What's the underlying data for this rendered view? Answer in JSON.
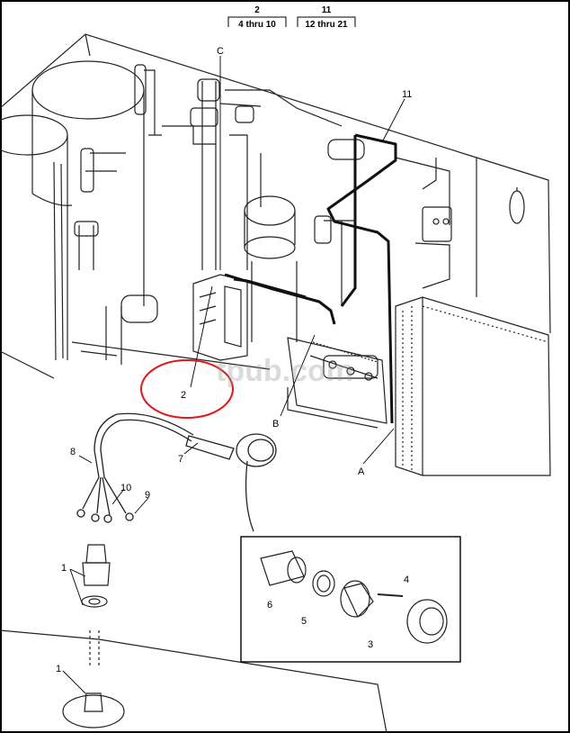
{
  "header_refs": [
    {
      "number": "2",
      "range": "4 thru 10"
    },
    {
      "number": "11",
      "range": "12 thru 21"
    }
  ],
  "callouts": {
    "c": "C",
    "b": "B",
    "a": "A",
    "n11": "11",
    "n2": "2",
    "n7": "7",
    "n8": "8",
    "n9": "9",
    "n10": "10",
    "n1a": "1",
    "n1b": "1",
    "n6": "6",
    "n5": "5",
    "n4": "4",
    "n3": "3"
  },
  "watermark": "tpub.com",
  "highlight_color": "#e01818",
  "line_color": "#111111"
}
